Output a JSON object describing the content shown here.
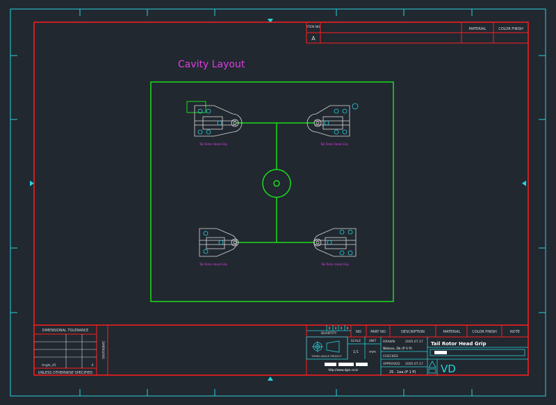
{
  "drawing": {
    "title": "Cavity Layout",
    "part_label": "Tail Rotor Head Grip",
    "cavity_labels": [
      "Tail Rotor Head Grip",
      "Tail Rotor Head Grip",
      "Tail Rotor Head Grip",
      "Tail Rotor Head Grip"
    ],
    "website": "http://www.dgm.co.kr",
    "logo_text": "VD"
  },
  "title_block_top": {
    "item_no_label": "ITEM NO",
    "revision": "A",
    "material_label": "MATERIAL",
    "color_finish_label": "COLOR FINISH"
  },
  "tolerance_block": {
    "title": "DIMENSIONAL TOLERANCE",
    "angle_label": "Angle_45",
    "angle_value": "0",
    "note": "UNLESS OTHERWISE SPECIFIED",
    "side_label": "DIMENSIONS"
  },
  "parts_list": {
    "quantity_label": "QUANTITY",
    "qty_cells": [
      "0",
      "0",
      "0",
      "0"
    ],
    "headers": [
      "NO",
      "PART NO",
      "DESCRIPTION",
      "MATERIAL",
      "COLOR FINISH",
      "NOTE"
    ]
  },
  "title_block": {
    "projection_label": "THIRD ANGLE PROJECT",
    "scale_label": "SCALE",
    "unit_label": "UNIT",
    "scale_value": "1/1",
    "unit_value": "mm",
    "drawn_label": "DRAWN",
    "drawn_date": "2005.07.17",
    "drawn_by": "Watson, Dk (P V P)",
    "checked_label": "CHECKED",
    "approved_label": "APPROVED",
    "approved_date": "2005.07.17",
    "approved_by": "25 . 1ea (P 1 P)",
    "drawing_title": "Tail Rotor Head Grip"
  },
  "colors": {
    "background": "#212830",
    "frame": "#29d3dd",
    "border": "#ff1e1e",
    "layout": "#1bdd1b",
    "part": "#dcdcdc",
    "label": "#e13ce1",
    "white_text": "#ffffff"
  }
}
